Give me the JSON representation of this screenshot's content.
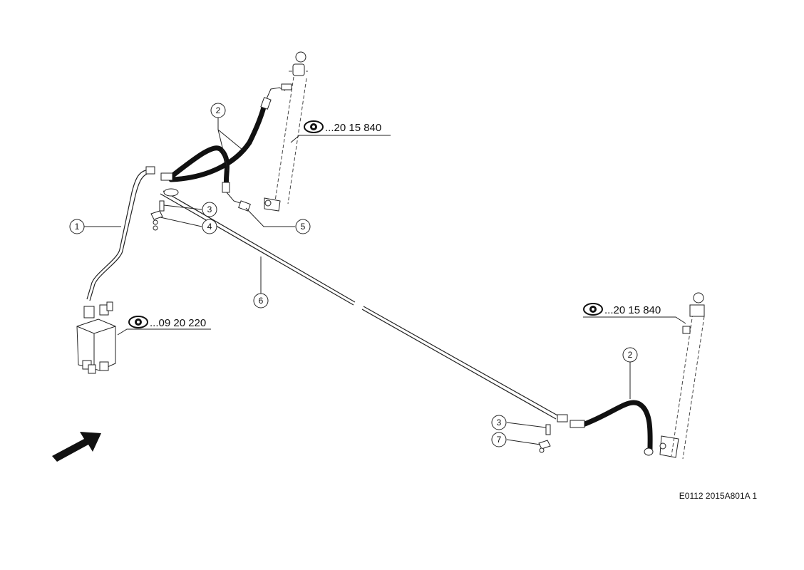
{
  "callouts": {
    "c1": "1",
    "c2a": "2",
    "c2b": "2",
    "c3a": "3",
    "c3b": "3",
    "c4": "4",
    "c5": "5",
    "c6": "6",
    "c7": "7"
  },
  "references": {
    "top_right": "...20 15 840",
    "middle_left": "...09 20 220",
    "lower_right": "...20 15 840"
  },
  "drawing_code": "E0112 2015A801A 1",
  "icons": {
    "reference": "eye-icon",
    "direction": "arrow-icon"
  }
}
